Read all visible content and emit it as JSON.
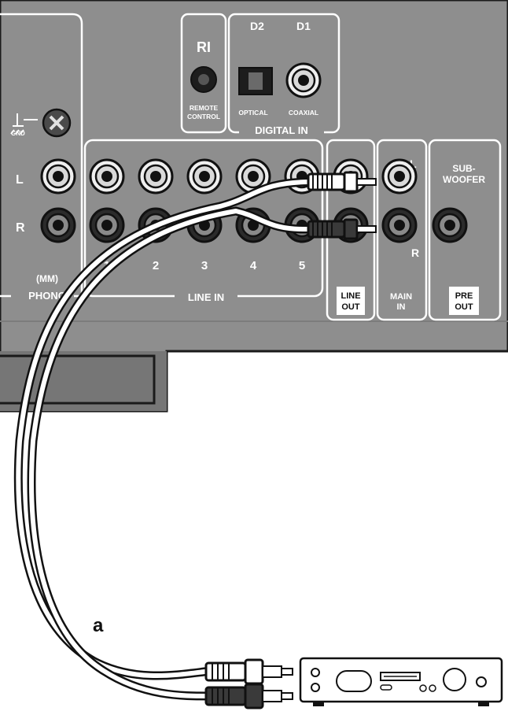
{
  "digital": {
    "d2": "D2",
    "d1": "D1",
    "ri": "RI",
    "remote_line1": "REMOTE",
    "remote_line2": "CONTROL",
    "optical": "OPTICAL",
    "coaxial": "COAXIAL",
    "group": "DIGITAL IN"
  },
  "gnd": "GND",
  "channels": {
    "left": "L",
    "right": "R"
  },
  "phono_line1": "(MM)",
  "phono_line2": "PHONO",
  "line_in": {
    "numbers": [
      "1",
      "2",
      "3",
      "4",
      "5"
    ],
    "group": "LINE IN"
  },
  "line_out": {
    "line1": "LINE",
    "line2": "OUT"
  },
  "main_in": {
    "line1": "MAIN",
    "line2": "IN",
    "left": "L",
    "right": "R"
  },
  "subwoofer": {
    "line1": "SUB-",
    "line2": "WOOFER"
  },
  "pre_out": {
    "line1": "PRE",
    "line2": "OUT"
  },
  "cable_label": "a",
  "colors": {
    "panel": "#8e8e8e",
    "panel_dark": "#6c6c6c",
    "outline": "#1a1a1a",
    "text_on_panel": "#ffffff"
  }
}
